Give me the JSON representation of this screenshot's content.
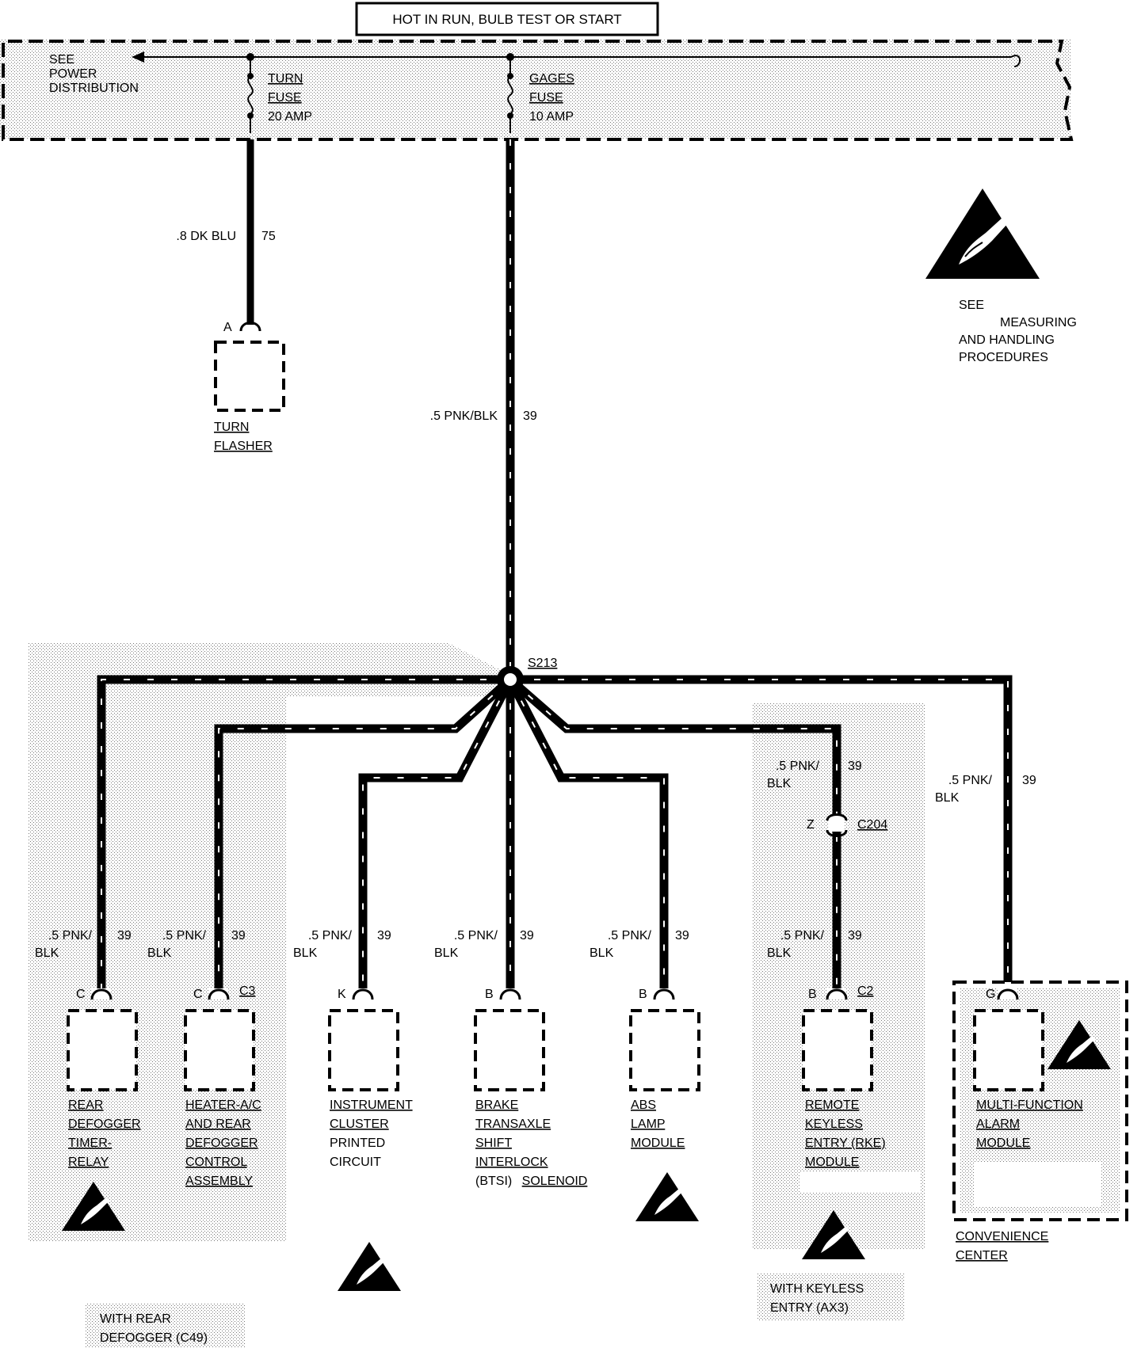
{
  "header": {
    "title": "HOT IN RUN, BULB TEST OR START"
  },
  "fuse_block": {
    "see_power_distribution": [
      "SEE",
      "POWER",
      "DISTRIBUTION"
    ],
    "turn_fuse": [
      "TURN",
      "FUSE",
      "20 AMP"
    ],
    "gages_fuse": [
      "GAGES",
      "FUSE",
      "10 AMP"
    ]
  },
  "esd_note": [
    "SEE",
    "MEASURING",
    "AND HANDLING",
    "PROCEDURES"
  ],
  "wires": {
    "turn_wire": {
      "gauge_color": ".8 DK BLU",
      "circuit": "75"
    },
    "gages_wire": {
      "gauge_color": ".5 PNK/BLK",
      "circuit": "39"
    },
    "branch": {
      "line1": ".5 PNK/",
      "line2": "BLK",
      "circuit": "39"
    }
  },
  "splice": "S213",
  "turn_flasher": {
    "pin": "A",
    "label": [
      "TURN",
      "FLASHER"
    ]
  },
  "connectors": {
    "c204": "C204",
    "c204_pin": "Z",
    "c3": "C3",
    "c2": "C2"
  },
  "components": [
    {
      "pin": "C",
      "label": [
        "REAR",
        "DEFOGGER",
        "TIMER-",
        "RELAY"
      ]
    },
    {
      "pin": "C",
      "label": [
        "HEATER-A/C",
        "AND REAR",
        "DEFOGGER",
        "CONTROL",
        "ASSEMBLY"
      ]
    },
    {
      "pin": "K",
      "label": [
        "INSTRUMENT",
        "CLUSTER",
        "PRINTED",
        "CIRCUIT"
      ]
    },
    {
      "pin": "B",
      "label": [
        "BRAKE",
        "TRANSAXLE",
        "SHIFT",
        "INTERLOCK",
        "(BTSI)",
        "SOLENOID"
      ]
    },
    {
      "pin": "B",
      "label": [
        "ABS",
        "LAMP",
        "MODULE"
      ]
    },
    {
      "pin": "B",
      "label": [
        "REMOTE",
        "KEYLESS",
        "ENTRY (RKE)",
        "MODULE"
      ]
    },
    {
      "pin": "G",
      "label": [
        "MULTI-FUNCTION",
        "ALARM",
        "MODULE"
      ]
    }
  ],
  "convenience_center": [
    "CONVENIENCE",
    "CENTER"
  ],
  "options": {
    "rear_defogger": [
      "WITH REAR",
      "DEFOGGER (C49)"
    ],
    "keyless_entry": [
      "WITH KEYLESS",
      "ENTRY (AX3)"
    ]
  }
}
